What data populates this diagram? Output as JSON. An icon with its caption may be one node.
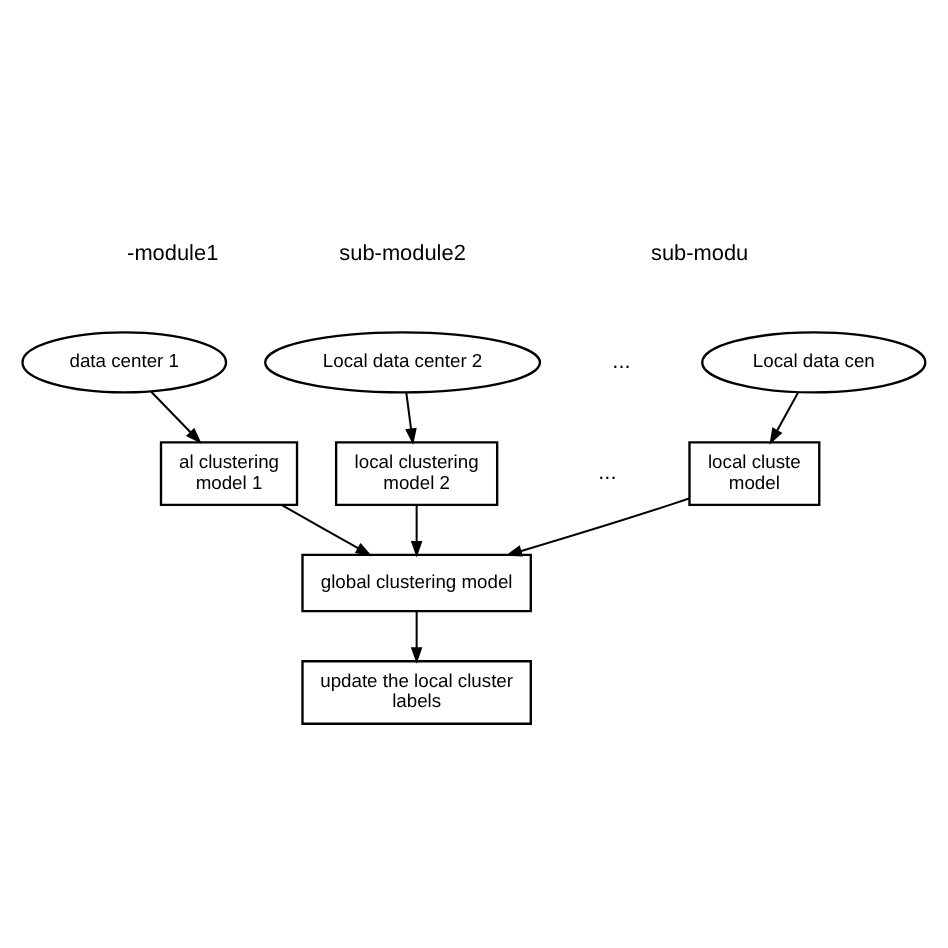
{
  "diagram": {
    "nodes": [
      {
        "text": [
          "data center 1"
        ]
      },
      {
        "text": [
          "Local data center 2"
        ]
      },
      {
        "text": [
          "Local data cen"
        ]
      },
      {
        "text": [
          "al clustering model 1"
        ]
      },
      {
        "text": [
          "local clustering model 2"
        ]
      },
      {
        "text": [
          "local cluste model"
        ]
      },
      {
        "text": [
          "global clustering model"
        ]
      },
      {
        "text": [
          "update the local cluster labels"
        ]
      }
    ],
    "edges": [
      {
        "from": 0,
        "to": 3,
        "arrow": "to"
      },
      {
        "from": 1,
        "to": 4,
        "arrow": "to"
      },
      {
        "from": 2,
        "to": 5,
        "arrow": "to"
      },
      {
        "from": 3,
        "to": 6,
        "arrow": "to"
      },
      {
        "from": 4,
        "to": 6,
        "arrow": "to"
      },
      {
        "from": 5,
        "to": 6,
        "arrow": "to"
      },
      {
        "from": 6,
        "to": 7,
        "arrow": "to"
      }
    ],
    "labels": [
      "-module1",
      "sub-module2",
      "sub-modu",
      "...",
      "..."
    ]
  }
}
